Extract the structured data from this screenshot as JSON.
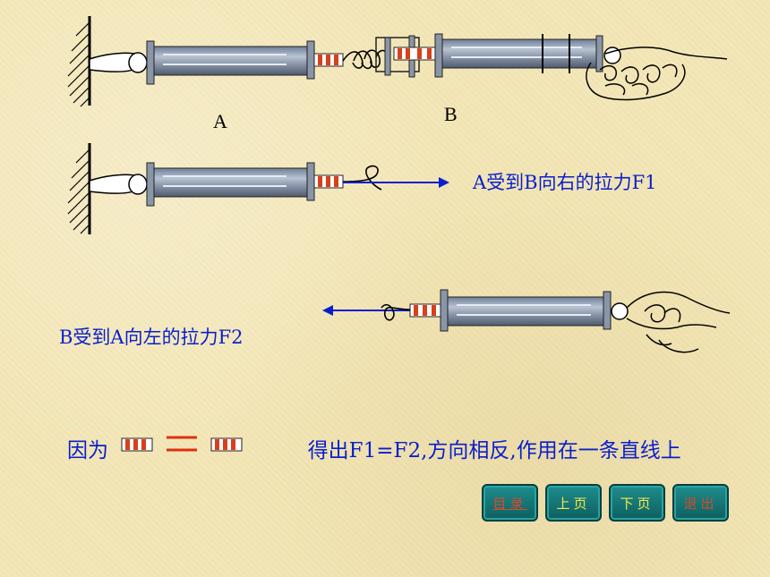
{
  "labels": {
    "a": "A",
    "b": "B"
  },
  "statements": {
    "f1": "A受到B向右的拉力F1",
    "f2": "B受到A向左的拉力F2",
    "because": "因为",
    "conclusion": "得出F1=F2,方向相反,作用在一条直线上"
  },
  "nav": {
    "contents": "目录",
    "prev": "上页",
    "next": "下页",
    "exit": "退出"
  },
  "colors": {
    "arrow": "#0a1fcc",
    "text": "#0a1fcc",
    "equals": "#e03010",
    "scale_stripe": "#d8401a",
    "nav_bg": "#137070"
  }
}
